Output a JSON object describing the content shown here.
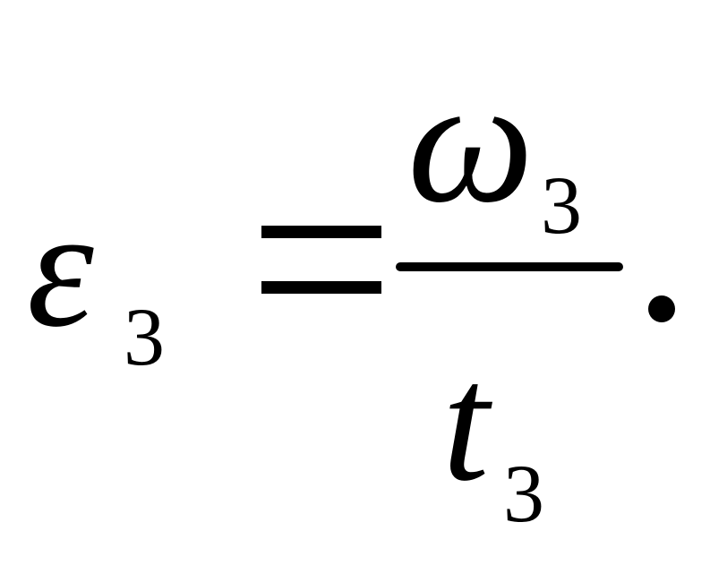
{
  "formula": {
    "lhs": {
      "symbol": "ε",
      "subscript": "3"
    },
    "relation": "=",
    "fraction": {
      "numerator": {
        "symbol": "ω",
        "subscript": "3"
      },
      "denominator": {
        "symbol": "t",
        "subscript": "3"
      }
    },
    "terminator": "."
  }
}
